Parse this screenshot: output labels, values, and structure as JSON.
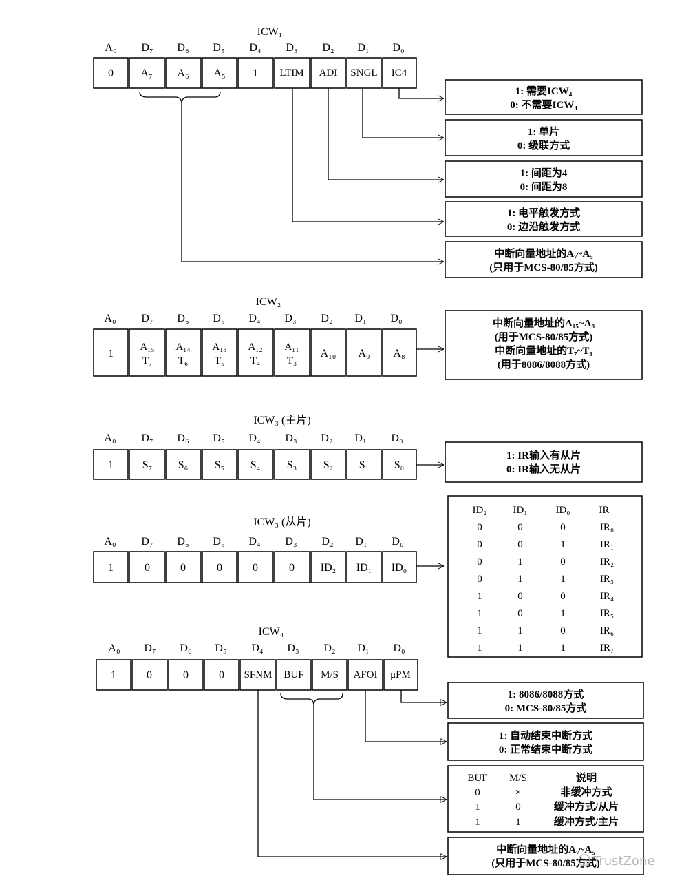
{
  "icw1": {
    "title": "ICW₁",
    "bits": [
      "A₀",
      "D₇",
      "D₆",
      "D₅",
      "D₄",
      "D₃",
      "D₂",
      "D₁",
      "D₀"
    ],
    "cells": [
      "0",
      "A₇",
      "A₆",
      "A₅",
      "1",
      "LTIM",
      "ADI",
      "SNGL",
      "IC4"
    ],
    "ic4_desc": [
      "1: 需要ICW₄",
      "0: 不需要ICW₄"
    ],
    "sngl_desc": [
      "1: 单片",
      "0: 级联方式"
    ],
    "adi_desc": [
      "1: 间距为4",
      "0: 间距为8"
    ],
    "ltim_desc": [
      "1: 电平触发方式",
      "0: 边沿触发方式"
    ],
    "addr_desc": [
      "中断向量地址的A₇~A₅",
      "(只用于MCS-80/85方式)"
    ]
  },
  "icw2": {
    "title": "ICW₂",
    "bits": [
      "A₀",
      "D₇",
      "D₆",
      "D₅",
      "D₄",
      "D₃",
      "D₂",
      "D₁",
      "D₀"
    ],
    "cells_top": [
      "1",
      "A₁₅",
      "A₁₄",
      "A₁₃",
      "A₁₂",
      "A₁₁",
      "A₁₀",
      "A₉",
      "A₈"
    ],
    "cells_bottom": [
      "",
      "T₇",
      "T₆",
      "T₅",
      "T₄",
      "T₃",
      "",
      "",
      ""
    ],
    "desc": [
      "中断向量地址的A₁₅~A₈",
      "(用于MCS-80/85方式)",
      "中断向量地址的T₇~T₃",
      "(用于8086/8088方式)"
    ]
  },
  "icw3_master": {
    "title": "ICW₃ (主片)",
    "bits": [
      "A₀",
      "D₇",
      "D₆",
      "D₅",
      "D₄",
      "D₃",
      "D₂",
      "D₁",
      "D₀"
    ],
    "cells": [
      "1",
      "S₇",
      "S₆",
      "S₅",
      "S₄",
      "S₃",
      "S₂",
      "S₁",
      "S₀"
    ],
    "desc": [
      "1: IR输入有从片",
      "0: IR输入无从片"
    ]
  },
  "icw3_slave": {
    "title": "ICW₃ (从片)",
    "bits": [
      "A₀",
      "D₇",
      "D₆",
      "D₅",
      "D₄",
      "D₃",
      "D₂",
      "D₁",
      "D₀"
    ],
    "cells": [
      "1",
      "0",
      "0",
      "0",
      "0",
      "0",
      "ID₂",
      "ID₁",
      "ID₀"
    ],
    "table_header": [
      "ID₂",
      "ID₁",
      "ID₀",
      "IR"
    ],
    "table_rows": [
      [
        "0",
        "0",
        "0",
        "IR₀"
      ],
      [
        "0",
        "0",
        "1",
        "IR₁"
      ],
      [
        "0",
        "1",
        "0",
        "IR₂"
      ],
      [
        "0",
        "1",
        "1",
        "IR₃"
      ],
      [
        "1",
        "0",
        "0",
        "IR₄"
      ],
      [
        "1",
        "0",
        "1",
        "IR₅"
      ],
      [
        "1",
        "1",
        "0",
        "IR₆"
      ],
      [
        "1",
        "1",
        "1",
        "IR₇"
      ]
    ]
  },
  "icw4": {
    "title": "ICW₄",
    "bits": [
      "A₀",
      "D₇",
      "D₆",
      "D₅",
      "D₄",
      "D₃",
      "D₂",
      "D₁",
      "D₀"
    ],
    "cells": [
      "1",
      "0",
      "0",
      "0",
      "SFNM",
      "BUF",
      "M/S",
      "AFOI",
      "μPM"
    ],
    "upm_desc": [
      "1: 8086/8088方式",
      "0: MCS-80/85方式"
    ],
    "aeoi_desc": [
      "1: 自动结束中断方式",
      "0: 正常结束中断方式"
    ],
    "buf_header": [
      "BUF",
      "M/S",
      "说明"
    ],
    "buf_rows": [
      [
        "0",
        "×",
        "非缓冲方式"
      ],
      [
        "1",
        "0",
        "缓冲方式/从片"
      ],
      [
        "1",
        "1",
        "缓冲方式/主片"
      ]
    ],
    "sfnm_desc": [
      "中断向量地址的A₇~A₅",
      "(只用于MCS-80/85方式)"
    ]
  },
  "watermark": "TrustZone"
}
